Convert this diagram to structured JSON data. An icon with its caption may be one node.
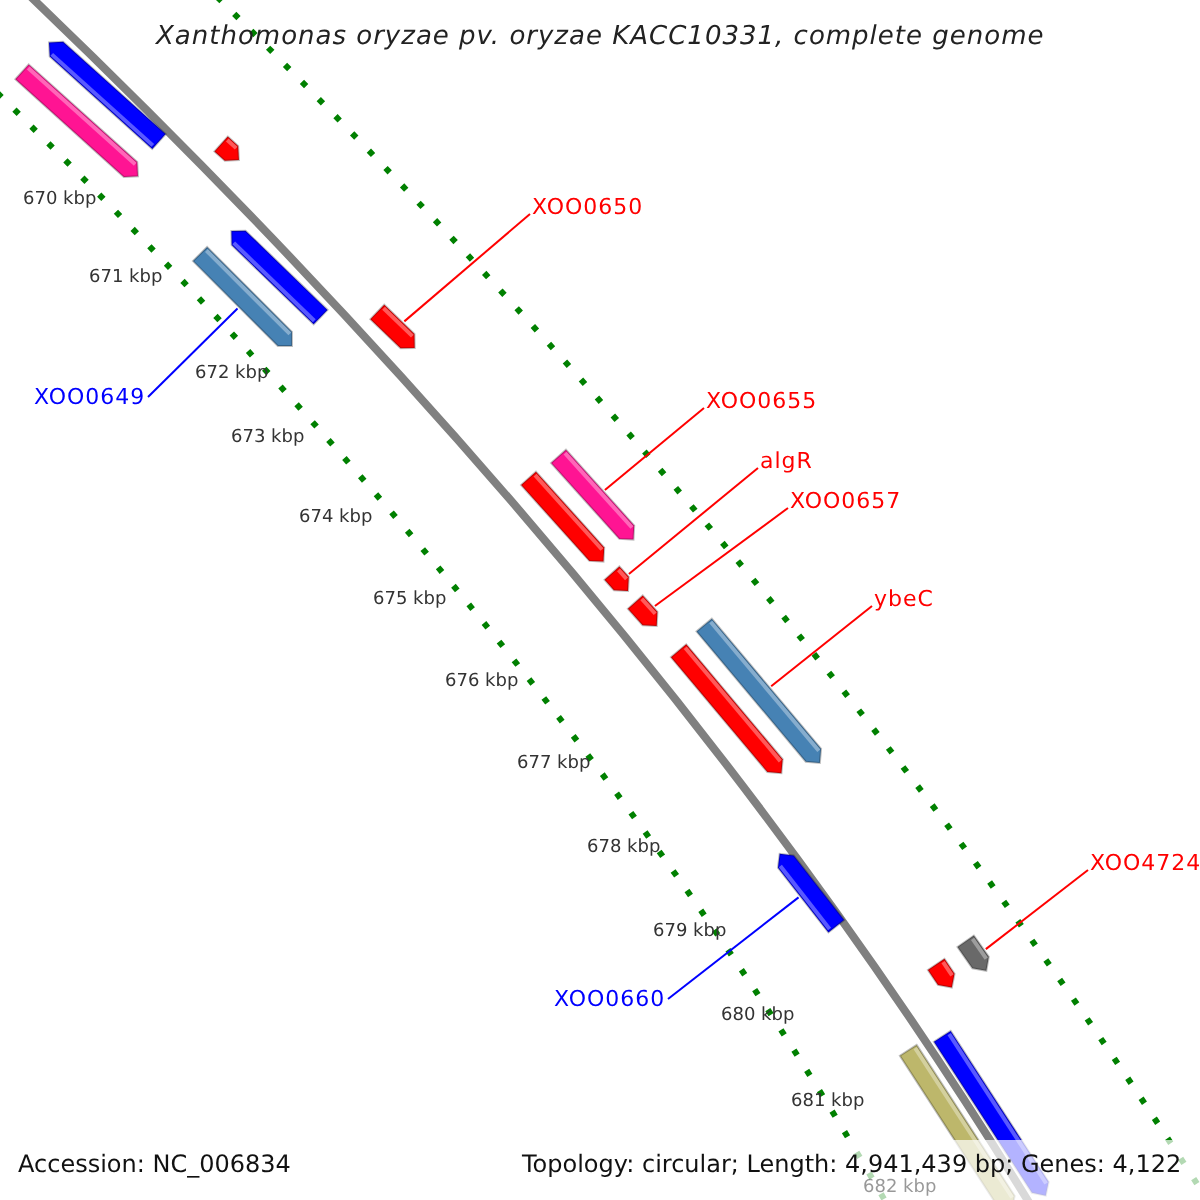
{
  "diagram": {
    "title": "Xanthomonas oryzae pv. oryzae KACC10331, complete genome",
    "nodes": [
      {
        "text": [
          "XOO0650"
        ]
      },
      {
        "text": [
          "XOO0649"
        ]
      },
      {
        "text": [
          "XOO0655"
        ]
      },
      {
        "text": [
          "algR"
        ]
      },
      {
        "text": [
          "XOO0657"
        ]
      },
      {
        "text": [
          "ybeC"
        ]
      },
      {
        "text": [
          "XOO4724"
        ]
      },
      {
        "text": [
          "XOO0660"
        ]
      },
      {
        "text": [],
        "shape": "bar"
      },
      {
        "text": [],
        "shape": "bar"
      },
      {
        "text": [],
        "shape": "bar"
      },
      {
        "text": [],
        "shape": "bar"
      },
      {
        "text": [],
        "shape": "bar"
      },
      {
        "text": [],
        "shape": "bar"
      },
      {
        "text": [],
        "shape": "bar"
      },
      {
        "text": [],
        "shape": "bar"
      },
      {
        "text": [],
        "shape": "bar"
      },
      {
        "text": [],
        "shape": "bar"
      },
      {
        "text": [],
        "shape": "bar"
      },
      {
        "text": [],
        "shape": "bar"
      },
      {
        "text": [],
        "shape": "bar"
      },
      {
        "text": [],
        "shape": "bar"
      },
      {
        "text": [],
        "shape": "bar"
      },
      {
        "text": [],
        "shape": "bar"
      },
      {
        "text": [],
        "shape": "bar"
      }
    ],
    "edges": [
      {
        "from": 0,
        "to": 13,
        "arrow": "none"
      },
      {
        "from": 1,
        "to": 12,
        "arrow": "none",
        "color": "#0000ff"
      },
      {
        "from": 2,
        "to": 14,
        "arrow": "none"
      },
      {
        "from": 3,
        "to": 16,
        "arrow": "none"
      },
      {
        "from": 4,
        "to": 17,
        "arrow": "none"
      },
      {
        "from": 5,
        "to": 18,
        "arrow": "none"
      },
      {
        "from": 6,
        "to": 21,
        "arrow": "none"
      },
      {
        "from": 7,
        "to": 20,
        "arrow": "none",
        "color": "#0000ff"
      }
    ],
    "labels": [
      "670 kbp",
      "671 kbp",
      "672 kbp",
      "673 kbp",
      "674 kbp",
      "675 kbp",
      "676 kbp",
      "677 kbp",
      "678 kbp",
      "679 kbp",
      "680 kbp",
      "681 kbp",
      "682 kbp",
      "Accession: NC_006834",
      "Topology: circular; Length: 4,941,439 bp; Genes: 4,122"
    ]
  }
}
